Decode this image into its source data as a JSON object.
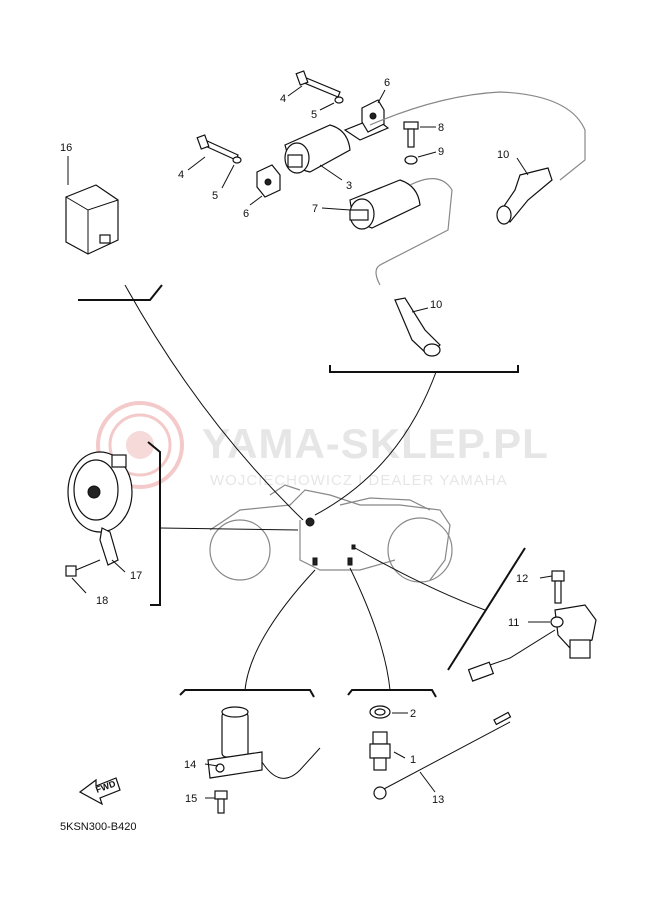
{
  "watermark": {
    "title": "YAMA-SKLEP.PL",
    "subtitle": "WOJCIECHOWICZ I DEALER YAMAHA",
    "logo_color": "#f3c9c9"
  },
  "diagram_code": "5KSN300-B420",
  "fwd_label": "FWD",
  "callouts": [
    {
      "id": "c4a",
      "text": "4"
    },
    {
      "id": "c5a",
      "text": "5"
    },
    {
      "id": "c6a",
      "text": "6"
    },
    {
      "id": "c8",
      "text": "8"
    },
    {
      "id": "c9",
      "text": "9"
    },
    {
      "id": "c10a",
      "text": "10"
    },
    {
      "id": "c16",
      "text": "16"
    },
    {
      "id": "c4b",
      "text": "4"
    },
    {
      "id": "c5b",
      "text": "5"
    },
    {
      "id": "c6b",
      "text": "6"
    },
    {
      "id": "c3",
      "text": "3"
    },
    {
      "id": "c7",
      "text": "7"
    },
    {
      "id": "c10b",
      "text": "10"
    },
    {
      "id": "c17",
      "text": "17"
    },
    {
      "id": "c18",
      "text": "18"
    },
    {
      "id": "c12",
      "text": "12"
    },
    {
      "id": "c11",
      "text": "11"
    },
    {
      "id": "c2",
      "text": "2"
    },
    {
      "id": "c14",
      "text": "14"
    },
    {
      "id": "c1",
      "text": "1"
    },
    {
      "id": "c15",
      "text": "15"
    },
    {
      "id": "c13",
      "text": "13"
    }
  ]
}
